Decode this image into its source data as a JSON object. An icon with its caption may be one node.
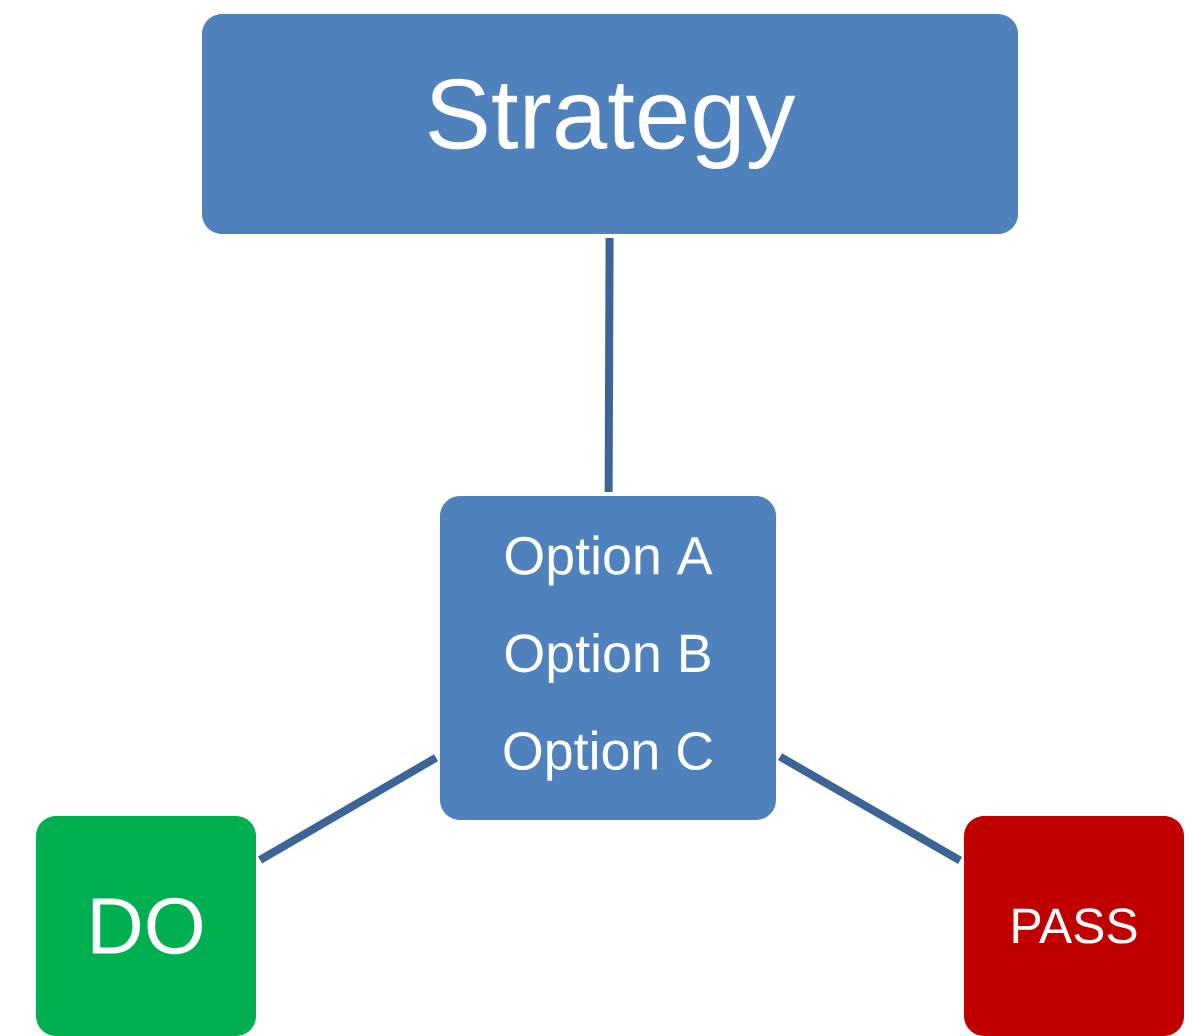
{
  "diagram": {
    "nodes": [
      {
        "text": [
          "Strategy"
        ]
      },
      {
        "text": [
          "Option A",
          "Option B",
          "Option C"
        ]
      },
      {
        "text": [
          "DO"
        ]
      },
      {
        "text": [
          "PASS"
        ]
      }
    ],
    "edges": [
      {
        "from": 0,
        "to": 1,
        "arrow": "none"
      },
      {
        "from": 1,
        "to": 2,
        "arrow": "none"
      },
      {
        "from": 1,
        "to": 3,
        "arrow": "none"
      }
    ]
  }
}
